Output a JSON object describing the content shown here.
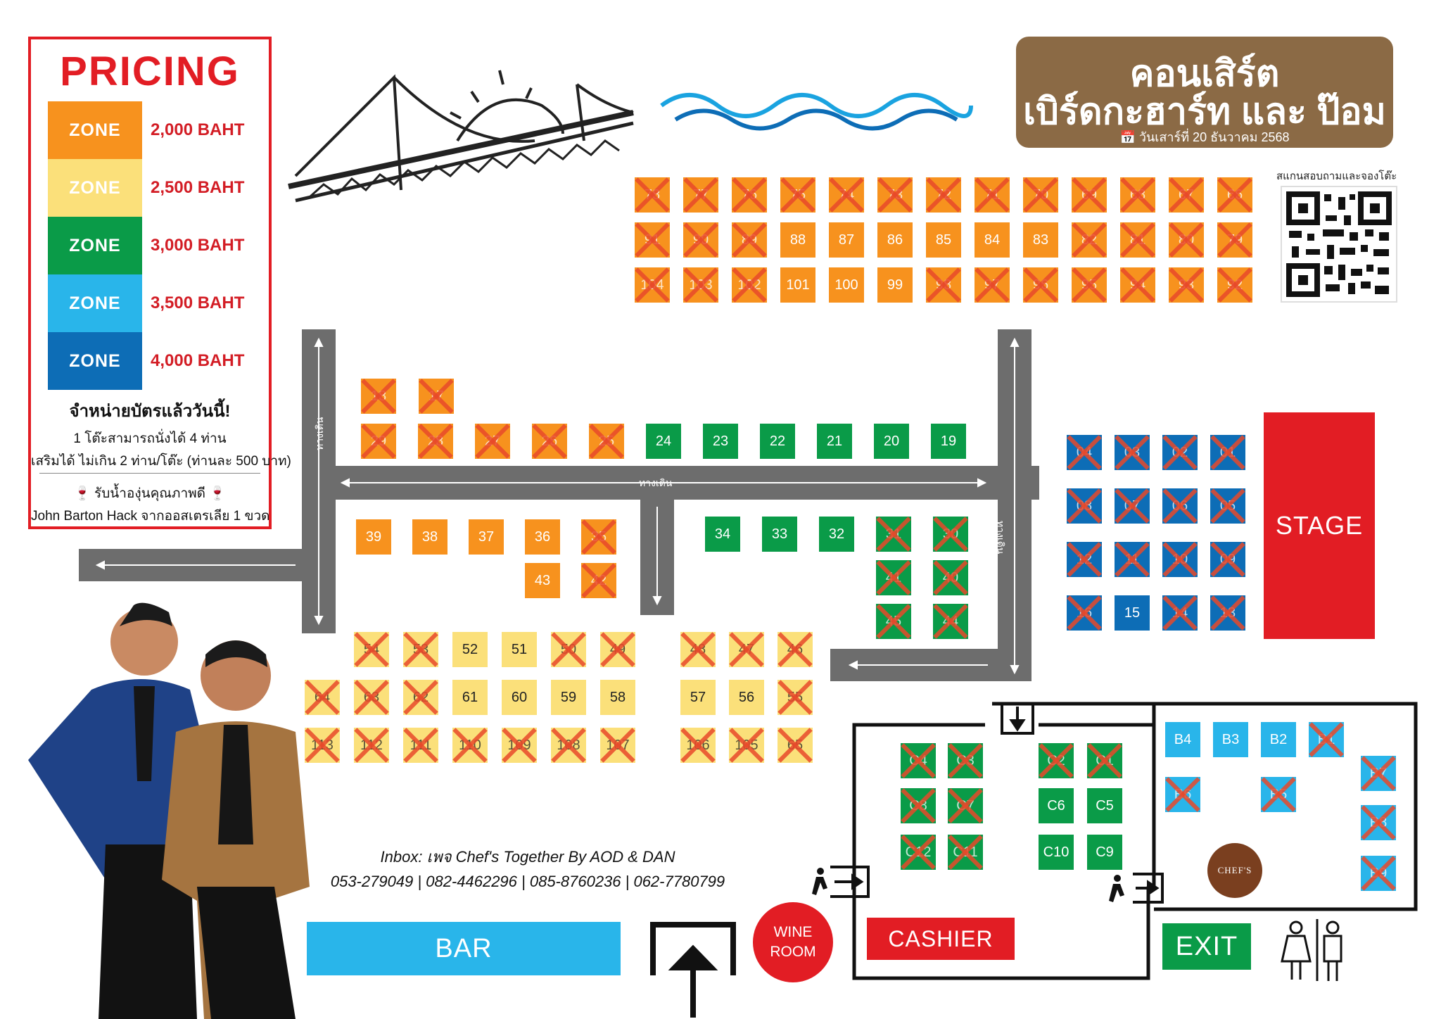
{
  "pricing": {
    "title": "PRICING",
    "zones": [
      {
        "label": "ZONE",
        "price": "2,000 BAHT",
        "color": "#f7921e"
      },
      {
        "label": "ZONE",
        "price": "2,500 BAHT",
        "color": "#fbe07a"
      },
      {
        "label": "ZONE",
        "price": "3,000 BAHT",
        "color": "#0a9b48"
      },
      {
        "label": "ZONE",
        "price": "3,500 BAHT",
        "color": "#29b5ea"
      },
      {
        "label": "ZONE",
        "price": "4,000 BAHT",
        "color": "#0d6db6"
      }
    ],
    "note_title": "จำหน่ายบัตรแล้ววันนี้!",
    "note_line1": "1 โต๊ะสามารถนั่งได้ 4 ท่าน",
    "note_line2": "เสริมได้ ไม่เกิน 2 ท่าน/โต๊ะ (ท่านละ 500 บาท)",
    "note_line3": "🍷 รับน้ำองุ่นคุณภาพดี 🍷",
    "note_line4": "John Barton Hack จากออสเตรเลีย 1 ขวด"
  },
  "header": {
    "line1": "คอนเสิร์ต",
    "line2": "เบิร์ดกะฮาร์ท และ ป๊อม",
    "date": "📅 วันเสาร์ที่ 20 ธันวาคม 2568"
  },
  "qr": {
    "label": "สแกนสอบถามและจองโต๊ะ"
  },
  "venue": {
    "stage": "STAGE",
    "bar": "BAR",
    "wine_room_line1": "WINE",
    "wine_room_line2": "ROOM",
    "cashier": "CASHIER",
    "exit": "EXIT",
    "walkway": "ทางเดิน",
    "logo": "CHEF'S"
  },
  "contact": {
    "line1": "Inbox: เพจ Chef's Together By AOD & DAN",
    "line2": "053-279049 | 082-4462296 | 085-8760236 | 062-7780799"
  },
  "tables": [
    {
      "id": "78",
      "zone": "orange",
      "sold": true
    },
    {
      "id": "77",
      "zone": "orange",
      "sold": true
    },
    {
      "id": "76",
      "zone": "orange",
      "sold": true
    },
    {
      "id": "75",
      "zone": "orange",
      "sold": true
    },
    {
      "id": "74",
      "zone": "orange",
      "sold": true
    },
    {
      "id": "73",
      "zone": "orange",
      "sold": true
    },
    {
      "id": "72",
      "zone": "orange",
      "sold": true
    },
    {
      "id": "71",
      "zone": "orange",
      "sold": true
    },
    {
      "id": "70",
      "zone": "orange",
      "sold": true
    },
    {
      "id": "69",
      "zone": "orange",
      "sold": true
    },
    {
      "id": "68",
      "zone": "orange",
      "sold": true
    },
    {
      "id": "67",
      "zone": "orange",
      "sold": true
    },
    {
      "id": "66",
      "zone": "orange",
      "sold": true
    },
    {
      "id": "91",
      "zone": "orange",
      "sold": true
    },
    {
      "id": "90",
      "zone": "orange",
      "sold": true
    },
    {
      "id": "89",
      "zone": "orange",
      "sold": true
    },
    {
      "id": "88",
      "zone": "orange",
      "sold": false
    },
    {
      "id": "87",
      "zone": "orange",
      "sold": false
    },
    {
      "id": "86",
      "zone": "orange",
      "sold": false
    },
    {
      "id": "85",
      "zone": "orange",
      "sold": false
    },
    {
      "id": "84",
      "zone": "orange",
      "sold": false
    },
    {
      "id": "83",
      "zone": "orange",
      "sold": false
    },
    {
      "id": "82",
      "zone": "orange",
      "sold": true
    },
    {
      "id": "81",
      "zone": "orange",
      "sold": true
    },
    {
      "id": "80",
      "zone": "orange",
      "sold": true
    },
    {
      "id": "79",
      "zone": "orange",
      "sold": true
    },
    {
      "id": "104",
      "zone": "orange",
      "sold": true
    },
    {
      "id": "103",
      "zone": "orange",
      "sold": true
    },
    {
      "id": "102",
      "zone": "orange",
      "sold": true
    },
    {
      "id": "101",
      "zone": "orange",
      "sold": false
    },
    {
      "id": "100",
      "zone": "orange",
      "sold": false
    },
    {
      "id": "99",
      "zone": "orange",
      "sold": false
    },
    {
      "id": "98",
      "zone": "orange",
      "sold": true
    },
    {
      "id": "97",
      "zone": "orange",
      "sold": true
    },
    {
      "id": "96",
      "zone": "orange",
      "sold": true
    },
    {
      "id": "95",
      "zone": "orange",
      "sold": true
    },
    {
      "id": "94",
      "zone": "orange",
      "sold": true
    },
    {
      "id": "93",
      "zone": "orange",
      "sold": true
    },
    {
      "id": "92",
      "zone": "orange",
      "sold": true
    },
    {
      "id": "18",
      "zone": "orange",
      "sold": true
    },
    {
      "id": "17",
      "zone": "orange",
      "sold": true
    },
    {
      "id": "29",
      "zone": "orange",
      "sold": true
    },
    {
      "id": "28",
      "zone": "orange",
      "sold": true
    },
    {
      "id": "27",
      "zone": "orange",
      "sold": true
    },
    {
      "id": "26",
      "zone": "orange",
      "sold": true
    },
    {
      "id": "25",
      "zone": "orange",
      "sold": true
    },
    {
      "id": "24",
      "zone": "green",
      "sold": false
    },
    {
      "id": "23",
      "zone": "green",
      "sold": false
    },
    {
      "id": "22",
      "zone": "green",
      "sold": false
    },
    {
      "id": "21",
      "zone": "green",
      "sold": false
    },
    {
      "id": "20",
      "zone": "green",
      "sold": false
    },
    {
      "id": "19",
      "zone": "green",
      "sold": false
    },
    {
      "id": "39",
      "zone": "orange",
      "sold": false
    },
    {
      "id": "38",
      "zone": "orange",
      "sold": false
    },
    {
      "id": "37",
      "zone": "orange",
      "sold": false
    },
    {
      "id": "36",
      "zone": "orange",
      "sold": false
    },
    {
      "id": "35",
      "zone": "orange",
      "sold": true
    },
    {
      "id": "43",
      "zone": "orange",
      "sold": false
    },
    {
      "id": "42",
      "zone": "orange",
      "sold": true
    },
    {
      "id": "34",
      "zone": "green",
      "sold": false
    },
    {
      "id": "33",
      "zone": "green",
      "sold": false
    },
    {
      "id": "32",
      "zone": "green",
      "sold": false
    },
    {
      "id": "31",
      "zone": "green",
      "sold": true
    },
    {
      "id": "30",
      "zone": "green",
      "sold": true
    },
    {
      "id": "41",
      "zone": "green",
      "sold": true
    },
    {
      "id": "40",
      "zone": "green",
      "sold": true
    },
    {
      "id": "45",
      "zone": "green",
      "sold": true
    },
    {
      "id": "44",
      "zone": "green",
      "sold": true
    },
    {
      "id": "54",
      "zone": "yellow",
      "sold": true
    },
    {
      "id": "53",
      "zone": "yellow",
      "sold": true
    },
    {
      "id": "52",
      "zone": "yellow",
      "sold": false
    },
    {
      "id": "51",
      "zone": "yellow",
      "sold": false
    },
    {
      "id": "50",
      "zone": "yellow",
      "sold": true
    },
    {
      "id": "49",
      "zone": "yellow",
      "sold": true
    },
    {
      "id": "48",
      "zone": "yellow",
      "sold": true
    },
    {
      "id": "47",
      "zone": "yellow",
      "sold": true
    },
    {
      "id": "46",
      "zone": "yellow",
      "sold": true
    },
    {
      "id": "64",
      "zone": "yellow",
      "sold": true
    },
    {
      "id": "63",
      "zone": "yellow",
      "sold": true
    },
    {
      "id": "62",
      "zone": "yellow",
      "sold": true
    },
    {
      "id": "61",
      "zone": "yellow",
      "sold": false
    },
    {
      "id": "60",
      "zone": "yellow",
      "sold": false
    },
    {
      "id": "59",
      "zone": "yellow",
      "sold": false
    },
    {
      "id": "58",
      "zone": "yellow",
      "sold": false
    },
    {
      "id": "57",
      "zone": "yellow",
      "sold": false
    },
    {
      "id": "56",
      "zone": "yellow",
      "sold": false
    },
    {
      "id": "55",
      "zone": "yellow",
      "sold": true
    },
    {
      "id": "113",
      "zone": "yellow",
      "sold": true
    },
    {
      "id": "112",
      "zone": "yellow",
      "sold": true
    },
    {
      "id": "111",
      "zone": "yellow",
      "sold": true
    },
    {
      "id": "110",
      "zone": "yellow",
      "sold": true
    },
    {
      "id": "109",
      "zone": "yellow",
      "sold": true
    },
    {
      "id": "108",
      "zone": "yellow",
      "sold": true
    },
    {
      "id": "107",
      "zone": "yellow",
      "sold": true
    },
    {
      "id": "106",
      "zone": "yellow",
      "sold": true
    },
    {
      "id": "105",
      "zone": "yellow",
      "sold": true
    },
    {
      "id": "65",
      "zone": "yellow",
      "sold": true
    },
    {
      "id": "04",
      "zone": "blue",
      "sold": true
    },
    {
      "id": "03",
      "zone": "blue",
      "sold": true
    },
    {
      "id": "02",
      "zone": "blue",
      "sold": true
    },
    {
      "id": "01",
      "zone": "blue",
      "sold": true
    },
    {
      "id": "08",
      "zone": "blue",
      "sold": true
    },
    {
      "id": "07",
      "zone": "blue",
      "sold": true
    },
    {
      "id": "06",
      "zone": "blue",
      "sold": true
    },
    {
      "id": "05",
      "zone": "blue",
      "sold": true
    },
    {
      "id": "12",
      "zone": "blue",
      "sold": true
    },
    {
      "id": "11",
      "zone": "blue",
      "sold": true
    },
    {
      "id": "10",
      "zone": "blue",
      "sold": true
    },
    {
      "id": "09",
      "zone": "blue",
      "sold": true
    },
    {
      "id": "16",
      "zone": "blue",
      "sold": true
    },
    {
      "id": "15",
      "zone": "blue",
      "sold": false
    },
    {
      "id": "14",
      "zone": "blue",
      "sold": true
    },
    {
      "id": "13",
      "zone": "blue",
      "sold": true
    },
    {
      "id": "C4",
      "zone": "green",
      "sold": true
    },
    {
      "id": "C3",
      "zone": "green",
      "sold": true
    },
    {
      "id": "C2",
      "zone": "green",
      "sold": true
    },
    {
      "id": "C1",
      "zone": "green",
      "sold": true
    },
    {
      "id": "C8",
      "zone": "green",
      "sold": true
    },
    {
      "id": "C7",
      "zone": "green",
      "sold": true
    },
    {
      "id": "C6",
      "zone": "green",
      "sold": false
    },
    {
      "id": "C5",
      "zone": "green",
      "sold": false
    },
    {
      "id": "C12",
      "zone": "green",
      "sold": true
    },
    {
      "id": "C11",
      "zone": "green",
      "sold": true
    },
    {
      "id": "C10",
      "zone": "green",
      "sold": false
    },
    {
      "id": "C9",
      "zone": "green",
      "sold": false
    },
    {
      "id": "B4",
      "zone": "lightblue",
      "sold": false
    },
    {
      "id": "B3",
      "zone": "lightblue",
      "sold": false
    },
    {
      "id": "B2",
      "zone": "lightblue",
      "sold": false
    },
    {
      "id": "B1",
      "zone": "lightblue",
      "sold": true
    },
    {
      "id": "B7",
      "zone": "lightblue",
      "sold": true
    },
    {
      "id": "B6",
      "zone": "lightblue",
      "sold": true
    },
    {
      "id": "B5",
      "zone": "lightblue",
      "sold": true
    },
    {
      "id": "B8",
      "zone": "lightblue",
      "sold": true
    },
    {
      "id": "B9",
      "zone": "lightblue",
      "sold": true
    }
  ]
}
